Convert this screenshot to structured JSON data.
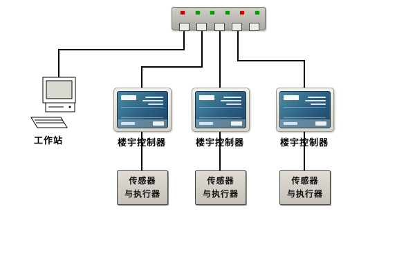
{
  "diagram": {
    "switch": {
      "port_count": 5,
      "led_colors": [
        "#d40000",
        "#00a000",
        "#00a000",
        "#00a000",
        "#d40000",
        "#00a000"
      ]
    },
    "workstation": {
      "label": "工作站"
    },
    "controllers": [
      {
        "label": "楼宇控制器"
      },
      {
        "label": "楼宇控制器"
      },
      {
        "label": "楼宇控制器"
      }
    ],
    "sensors": [
      {
        "line1": "传感器",
        "line2": "与执行器"
      },
      {
        "line1": "传感器",
        "line2": "与执行器"
      },
      {
        "line1": "传感器",
        "line2": "与执行器"
      }
    ]
  }
}
